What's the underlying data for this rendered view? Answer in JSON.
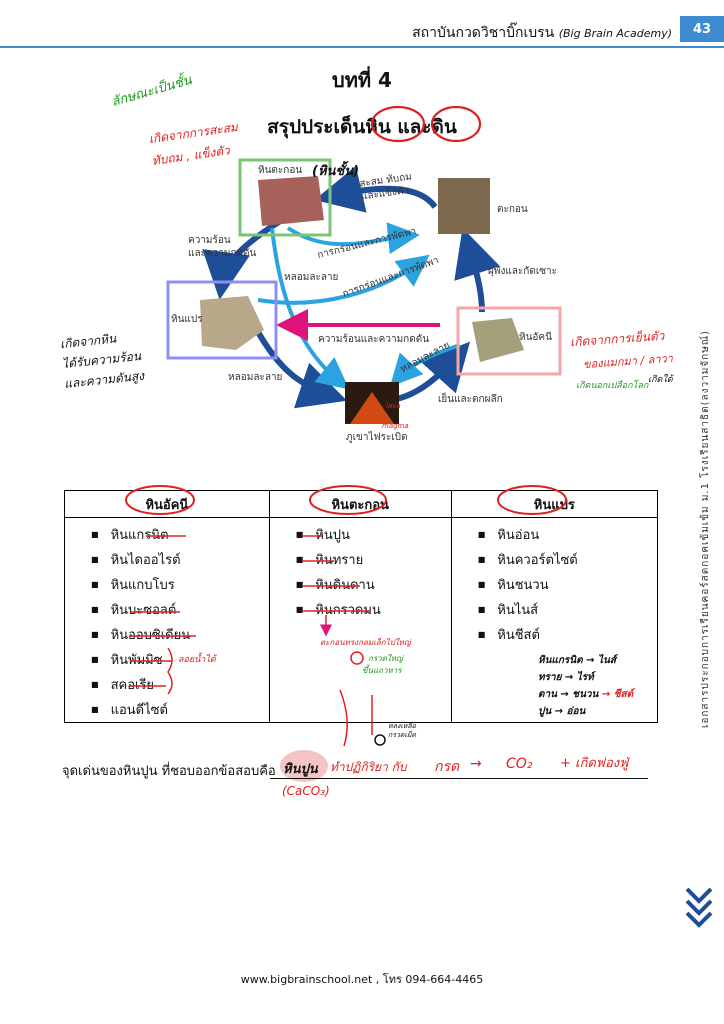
{
  "header": {
    "title": "สถาบันกวดวิชาบิ๊กเบรน",
    "title_en": "(Big Brain Academy)",
    "page_number": "43"
  },
  "chapter": "บทที่ 4",
  "summary_title": "สรุปประเด็นหิน และดิน",
  "cycle": {
    "sedimentary_rock": "หินตะกอน",
    "sediment": "ตะกอน",
    "metamorphic_rock": "หินแปร",
    "igneous_rock": "หินอัคนี",
    "volcano": "ภูเขาไฟระเบิด",
    "arrows": {
      "compact_cement": "สะสม ทับถม\nและแข็งตัว",
      "heat_pressure_left": "ความร้อน\nและความกดดัน",
      "erosion_1": "การกร่อนและการพัดพา",
      "erosion_2": "การกร่อนและการพัดพา",
      "melt_1": "หลอมละลาย",
      "heat_pressure_mid": "ความร้อนและความกดดัน",
      "melt_2": "หลอมละลาย",
      "melt_3": "หลอมละลาย",
      "burial_weathering": "ผุพังและกัดเซาะ",
      "cool_crystallize": "เย็นและตกผลึก"
    }
  },
  "handwriting": {
    "layers_note": "ลักษณะเป็นชั้น",
    "sed_origin": "เกิดจากการสะสม\nทับถม , แข็งตัว",
    "sed_rock_tag": "(หินชั้น)",
    "meta_origin": "เกิดจากหิน\nได้รับความร้อน\nและความดันสูง",
    "igneous_origin": "เกิดจากการเย็นตัว",
    "magma_lava": "ของแมกมา / ลาวา",
    "outside_crust": "เกิดนอกเปลือกโลก",
    "inside_crust": "เกิดใต้",
    "lava_tag": "lava",
    "magma_tag": "magma",
    "scoria_note": "ลอยน้ำได้",
    "conglomerate_note": "ตะกอนทรงกลมเล็กไปใหญ่",
    "gravel_big": "กรวดใหญ่",
    "gravel_small": "ขึ้นแถวหาร",
    "bottom_small": "หลงเหลือ\nกรวดเม็ด",
    "limestone_note_circle": "หินปูน",
    "limestone_note": "ทำปฏิกิริยา กับ",
    "acid": "กรด",
    "co2": "CO₂",
    "bubbles": "+ เกิดฟองฟู่",
    "formula": "(CaCO₃)"
  },
  "mapping_notes": [
    {
      "from": "หินดินดาน",
      "to": "หินชนวน"
    },
    {
      "from": "หินทราย",
      "to": "หินควอร์ตไซต์"
    },
    {
      "from": "หินปูน",
      "to": "หินอ่อน"
    }
  ],
  "mapping_map": [
    {
      "a": "หินแกรนิต",
      "b": "ไนส์"
    },
    {
      "a": "ทราย",
      "b": "ไรท์"
    },
    {
      "a": "ดาน",
      "b": "ชนวน"
    },
    {
      "a": "ปูน",
      "b": "อ่อน"
    },
    {
      "a": "ชนวน",
      "b": "ชีสต์"
    }
  ],
  "table": {
    "headers": [
      "หินอัคนี",
      "หินตะกอน",
      "หินแปร"
    ],
    "igneous": [
      "หินแกรนิต",
      "หินไดออไรต์",
      "หินแกบโบร",
      "หินบะซอลต์",
      "หินออบซิเดียน",
      "หินพัมมิซ",
      "สคอเรีย",
      "แอนดีไซต์"
    ],
    "sedimentary": [
      "หินปูน",
      "หินทราย",
      "หินดินดาน",
      "หินกรวดมน"
    ],
    "metamorphic": [
      "หินอ่อน",
      "หินควอร์ตไซต์",
      "หินชนวน",
      "หินไนส์",
      "หินชีสต์"
    ]
  },
  "limestone_line": "จุดเด่นของหินปูน ที่ชอบออกข้อสอบคือ",
  "side_text": "เอกสารประกอบการเรียนคอร์สตกอคเข้มเข้ม ม.1 โรงเรียนสาธิต(ลงวามจักษณ์)",
  "footer": "www.bigbrainschool.net , โทร 094-664-4465",
  "colors": {
    "accent_blue": "#3e8bd0",
    "sed_frame": "#7cc576",
    "meta_frame": "#8f8ff0",
    "igneous_frame": "#f4a6a6",
    "dark_arrow": "#1f4e98",
    "light_arrow": "#2aa3e0",
    "magenta_arrow": "#e0127c",
    "marker_red": "#e02020",
    "marker_green": "#1f9a1f"
  }
}
